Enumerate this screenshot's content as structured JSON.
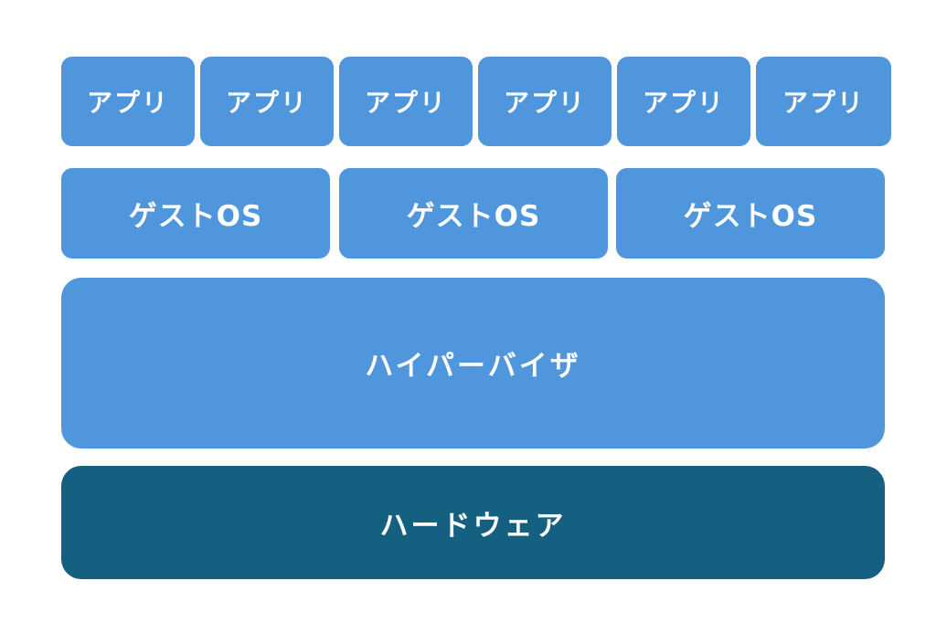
{
  "colors": {
    "layer_blue": "#4f96dc",
    "hardware_teal": "#155f80",
    "text": "#ffffff"
  },
  "apps": [
    {
      "label": "アプリ"
    },
    {
      "label": "アプリ"
    },
    {
      "label": "アプリ"
    },
    {
      "label": "アプリ"
    },
    {
      "label": "アプリ"
    },
    {
      "label": "アプリ"
    }
  ],
  "guest_os": [
    {
      "label": "ゲストOS"
    },
    {
      "label": "ゲストOS"
    },
    {
      "label": "ゲストOS"
    }
  ],
  "hypervisor": {
    "label": "ハイパーバイザ"
  },
  "hardware": {
    "label": "ハードウェア"
  }
}
